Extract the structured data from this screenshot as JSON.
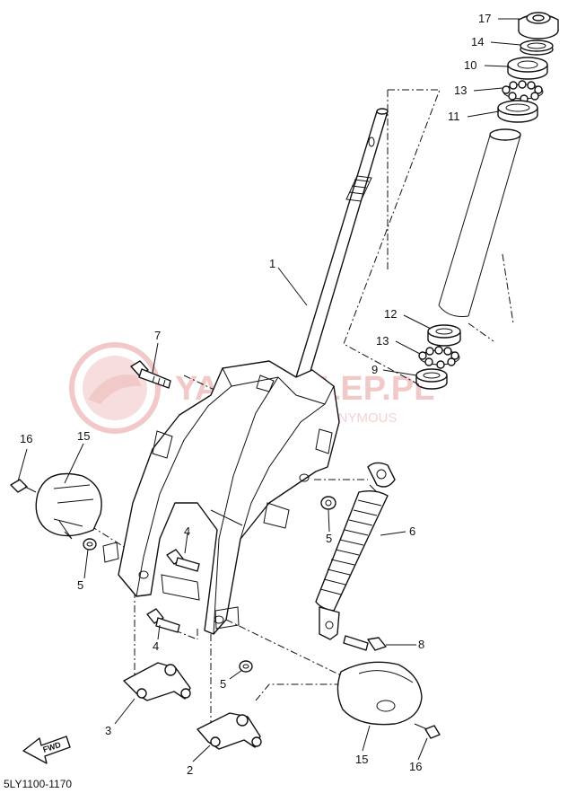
{
  "watermark": {
    "brand": "YAMASKLEP.PL",
    "tagline": "WIRTUALNY SALON ANONYMOUS"
  },
  "drawing_code": "5LY1100-1170",
  "fwd_label": "FWD",
  "callouts": {
    "c1": "1",
    "c2": "2",
    "c3": "3",
    "c4a": "4",
    "c4b": "4",
    "c5a": "5",
    "c5b": "5",
    "c5c": "5",
    "c6": "6",
    "c7": "7",
    "c8": "8",
    "c9": "9",
    "c10": "10",
    "c11": "11",
    "c12": "12",
    "c13a": "13",
    "c13b": "13",
    "c14": "14",
    "c15a": "15",
    "c15b": "15",
    "c16a": "16",
    "c16b": "16",
    "c17": "17"
  }
}
